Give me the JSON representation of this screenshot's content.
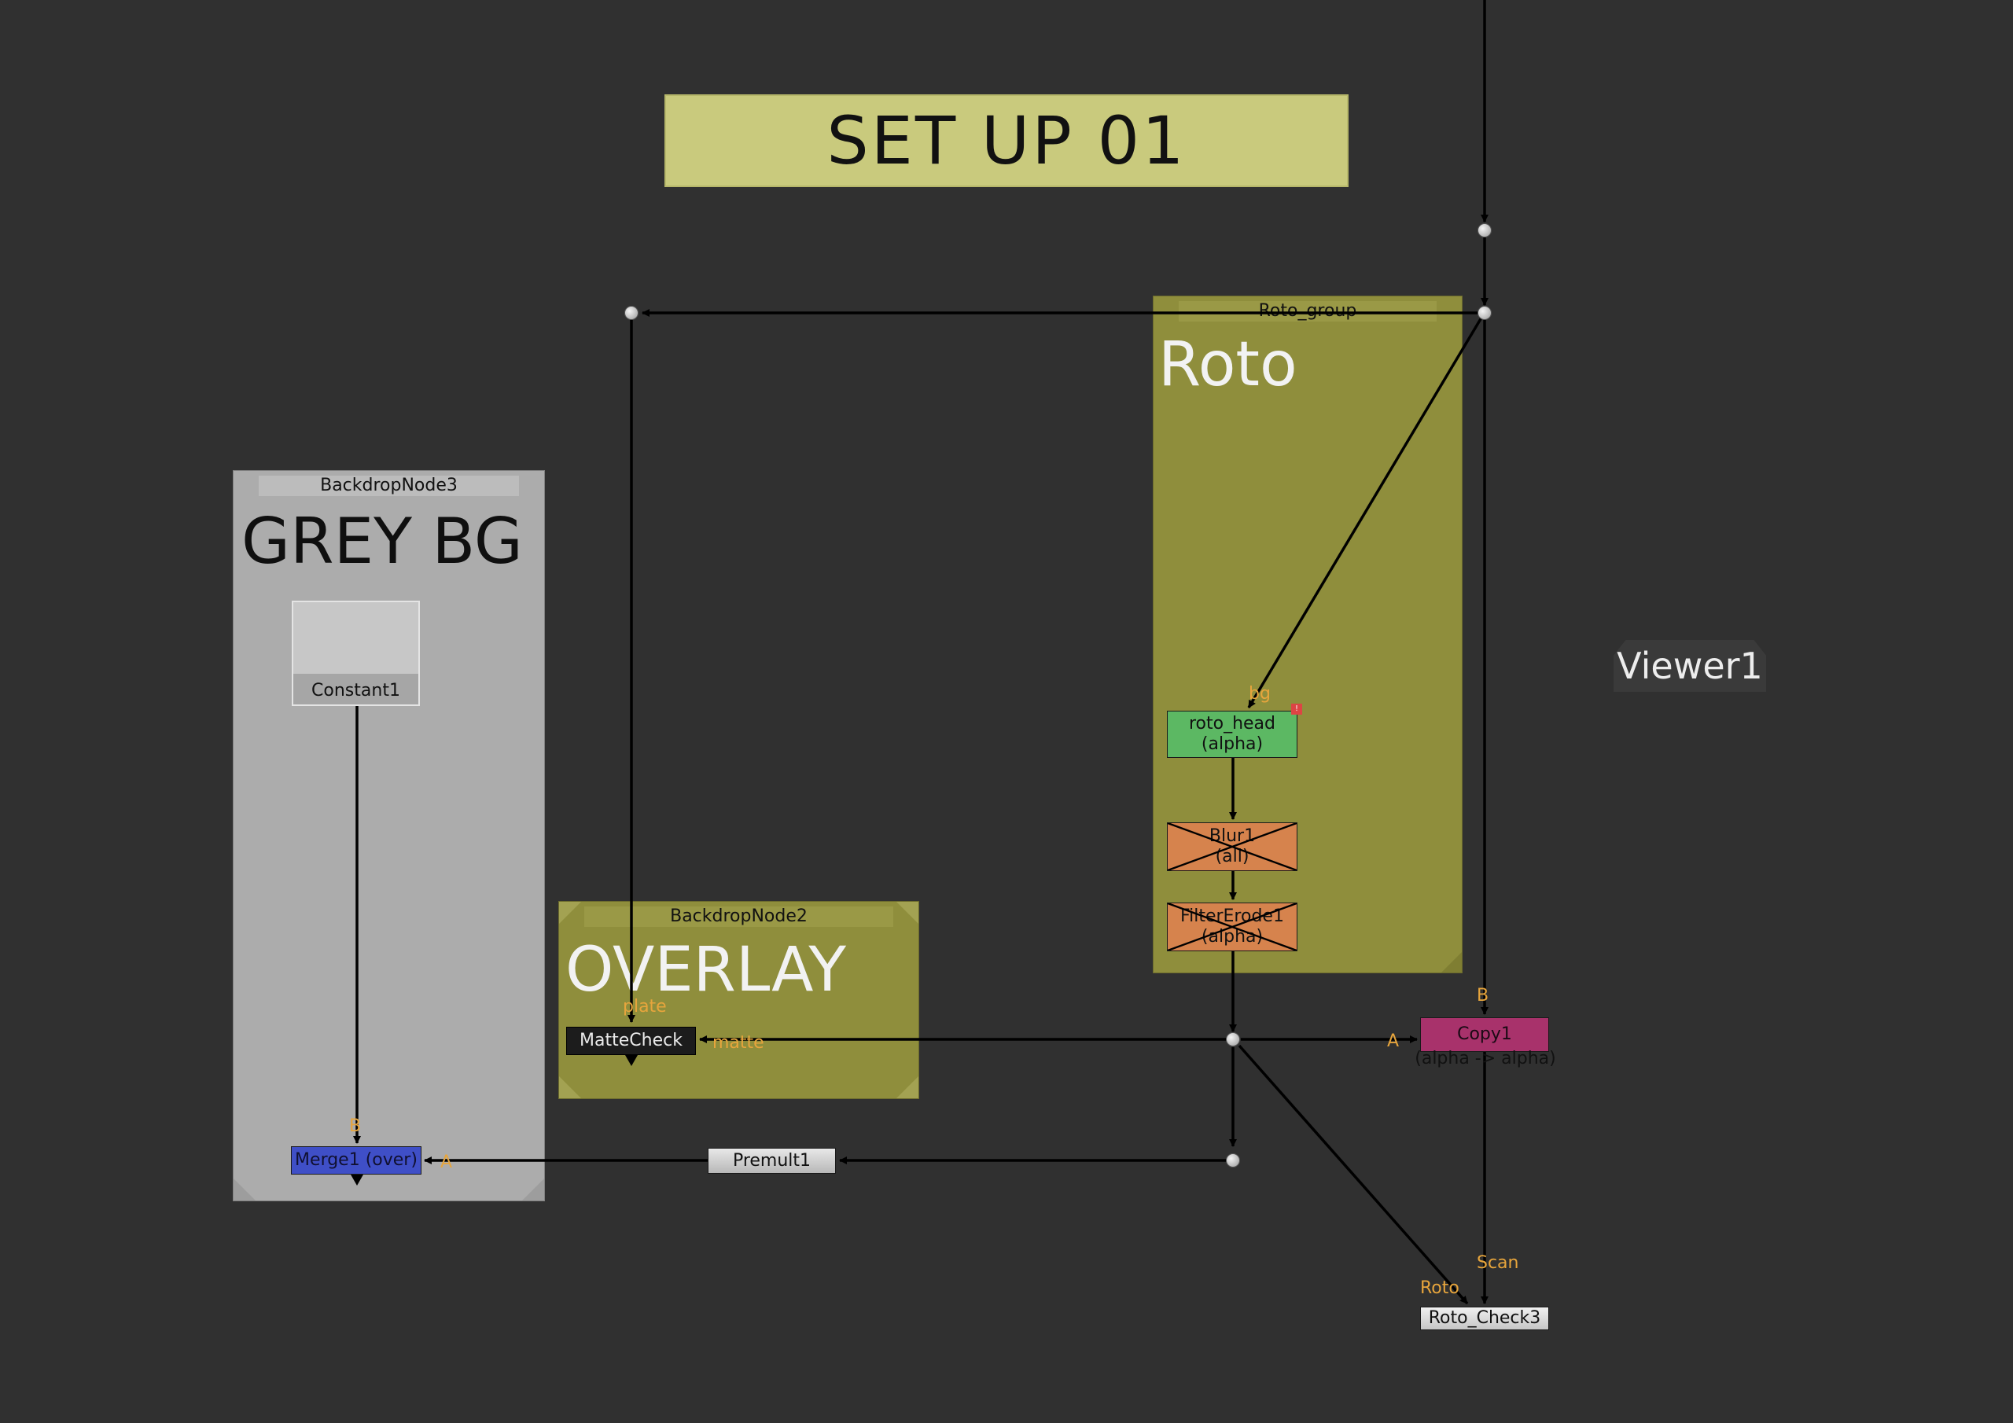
{
  "sticky": {
    "label": "SET UP 01"
  },
  "backdrops": {
    "grey": {
      "title": "BackdropNode3",
      "label": "GREY BG"
    },
    "roto": {
      "title": "Roto_group",
      "label": "Roto"
    },
    "overlay": {
      "title": "BackdropNode2",
      "label": "OVERLAY"
    }
  },
  "nodes": {
    "constant": {
      "label": "Constant1"
    },
    "merge": {
      "label": "Merge1 (over)"
    },
    "premult": {
      "label": "Premult1"
    },
    "mattecheck": {
      "label": "MatteCheck"
    },
    "roto_head": {
      "label": "roto_head",
      "sub": "(alpha)"
    },
    "blur": {
      "label": "Blur1",
      "sub": "(all)"
    },
    "erode": {
      "label": "FilterErode1",
      "sub": "(alpha)"
    },
    "copy": {
      "label": "Copy1",
      "sub": "(alpha -> alpha)"
    },
    "roto_check": {
      "label": "Roto_Check3"
    },
    "viewer": {
      "label": "Viewer1"
    }
  },
  "inputs": {
    "merge_b": "B",
    "merge_a": "A",
    "mattecheck_plate": "plate",
    "mattecheck_matte": "matte",
    "roto_head_bg": "bg",
    "copy_b": "B",
    "copy_a": "A",
    "rotocheck_scan": "Scan",
    "rotocheck_roto": "Roto"
  },
  "colors": {
    "background": "#303030",
    "sticky": "#c9ca7d",
    "backdrop_grey": "#acacac",
    "backdrop_olive": "#8f8e3c",
    "roto_node": "#5cb863",
    "filter_node": "#d6834d",
    "merge_node": "#3f4fc7",
    "copy_node": "#a8326b",
    "input_label": "#e7a53c"
  }
}
